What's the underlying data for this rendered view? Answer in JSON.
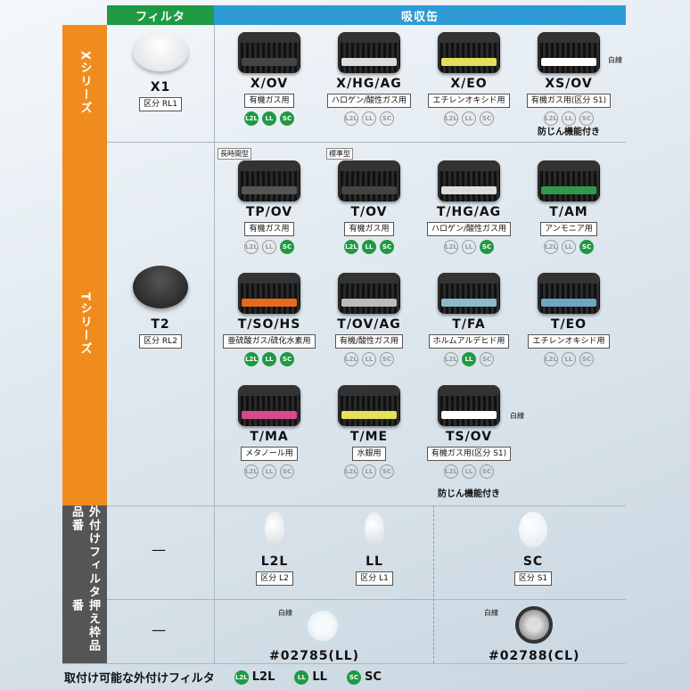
{
  "headers": {
    "filter": "フィルタ",
    "canister": "吸収缶"
  },
  "sides": {
    "x": "Xシリーズ",
    "t": "Tシリーズ",
    "ext": "外付けフィルタ品番",
    "ret": "押え枠品番"
  },
  "x1": {
    "code": "X1",
    "class": "区分 RL1"
  },
  "t2": {
    "code": "T2",
    "class": "区分 RL2"
  },
  "cans": [
    {
      "code": "X/OV",
      "desc": "有機ガス用",
      "badges": [
        true,
        true,
        true
      ],
      "band": "#444"
    },
    {
      "code": "X/HG/AG",
      "desc": "ハロゲン/酸性ガス用",
      "badges": [
        false,
        false,
        false
      ],
      "band": "#ddd"
    },
    {
      "code": "X/EO",
      "desc": "エチレンオキシド用",
      "badges": [
        false,
        false,
        false
      ],
      "band": "#e6df5a"
    },
    {
      "code": "XS/OV",
      "desc": "有機ガス用(区分 S1)",
      "badges": [
        false,
        false,
        false
      ],
      "band": "#fff"
    },
    {
      "code": "TP/OV",
      "desc": "有機ガス用",
      "badges": [
        false,
        false,
        true
      ],
      "band": "#555"
    },
    {
      "code": "T/OV",
      "desc": "有機ガス用",
      "badges": [
        true,
        true,
        true
      ],
      "band": "#444"
    },
    {
      "code": "T/HG/AG",
      "desc": "ハロゲン/酸性ガス用",
      "badges": [
        false,
        false,
        true
      ],
      "band": "#ddd"
    },
    {
      "code": "T/AM",
      "desc": "アンモニア用",
      "badges": [
        false,
        false,
        true
      ],
      "band": "#2e9a4a"
    },
    {
      "code": "T/SO/HS",
      "desc": "亜硫酸ガス/硫化水素用",
      "badges": [
        true,
        true,
        true
      ],
      "band": "#e66a1e"
    },
    {
      "code": "T/OV/AG",
      "desc": "有機/酸性ガス用",
      "badges": [
        false,
        false,
        false
      ],
      "band": "#bbb"
    },
    {
      "code": "T/FA",
      "desc": "ホルムアルデヒド用",
      "badges": [
        false,
        true,
        false
      ],
      "band": "#8fb8c8"
    },
    {
      "code": "T/EO",
      "desc": "エチレンオキシド用",
      "badges": [
        false,
        false,
        false
      ],
      "band": "#6fa6c4"
    },
    {
      "code": "T/MA",
      "desc": "メタノール用",
      "badges": [
        false,
        false,
        false
      ],
      "band": "#d44a8a"
    },
    {
      "code": "T/ME",
      "desc": "水銀用",
      "badges": [
        false,
        false,
        false
      ],
      "band": "#e6df5a"
    },
    {
      "code": "TS/OV",
      "desc": "有機ガス用(区分 S1)",
      "badges": [
        false,
        false,
        false
      ],
      "band": "#fff"
    }
  ],
  "badge_labels": [
    "L2L",
    "LL",
    "SC"
  ],
  "tags": {
    "long": "長時間型",
    "standard": "標準型"
  },
  "white_line": "白線",
  "dust_note": "防じん機能付き",
  "ext_filters": [
    {
      "code": "L2L",
      "class": "区分 L2"
    },
    {
      "code": "LL",
      "class": "区分 L1"
    },
    {
      "code": "SC",
      "class": "区分 S1"
    }
  ],
  "dash": "—",
  "frames": [
    {
      "code": "#02785(LL)"
    },
    {
      "code": "#02788(CL)"
    }
  ],
  "footer": {
    "label": "取付け可能な外付けフィルタ",
    "items": [
      "L2L",
      "LL",
      "SC"
    ]
  },
  "colors": {
    "filter_header": "#1f9a43",
    "can_header": "#2d9bd6",
    "series": "#f08c1e",
    "badge_on": "#1f9a43"
  }
}
